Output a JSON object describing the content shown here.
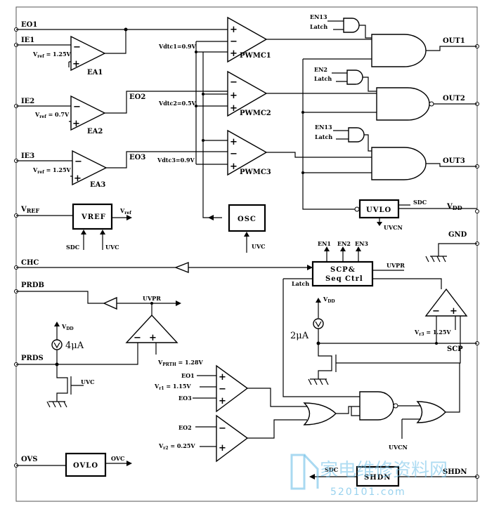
{
  "pins": {
    "eo1": "EO1",
    "ie1": "IE1",
    "ie2": "IE2",
    "ie3": "IE3",
    "vref": "V",
    "vref_sub": "REF",
    "chc": "CHC",
    "prdb": "PRDB",
    "prds": "PRDS",
    "ovs": "OVS",
    "out1": "OUT1",
    "out2": "OUT2",
    "out3": "OUT3",
    "vdd": "V",
    "vdd_sub": "DD",
    "gnd": "GND",
    "scp": "SCP",
    "shdn": "SHDN"
  },
  "amps": {
    "ea1": {
      "label": "EA1",
      "ref": "V",
      "ref_sub": "ref",
      "ref_val": " = 1.25V"
    },
    "ea2": {
      "label": "EA2",
      "ref": "V",
      "ref_sub": "ref",
      "ref_val": " = 0.7V"
    },
    "ea3": {
      "label": "EA3",
      "ref": "V",
      "ref_sub": "ref",
      "ref_val": " = 1.25V"
    }
  },
  "pwm": {
    "c1": {
      "label": "PWMC1",
      "vdt": "Vdtc1=0.9V"
    },
    "c2": {
      "label": "PWMC2",
      "vdt": "Vdtc2=0.5V"
    },
    "c3": {
      "label": "PWMC3",
      "vdt": "Vdtc3=0.9V"
    }
  },
  "nets": {
    "eo2": "EO2",
    "eo3": "EO3"
  },
  "gates": {
    "en13_a": "EN13",
    "latch_a": "Latch",
    "en2": "EN2",
    "latch_b": "Latch",
    "en13_b": "EN13",
    "latch_c": "Latch"
  },
  "blocks": {
    "uvlo": "UVLO",
    "sdc_uvlo": "SDC",
    "uvcn_uvlo": "UVCN",
    "vref_block": "VREF",
    "vref_out": "V",
    "vref_out_sub": "ref",
    "vref_sdc": "SDC",
    "vref_uvc": "UVC",
    "osc": "OSC",
    "osc_uvc": "UVC",
    "scp_line1": "SCP&",
    "scp_line2": "Seq Ctrl",
    "en1": "EN1",
    "en2": "EN2",
    "en3": "EN3",
    "uvpr_scp": "UVPR",
    "latch_scp": "Latch",
    "ovlo": "OVLO",
    "ovc": "OVC",
    "shdn_block": "SHDN",
    "sdc_shdn": "SDC"
  },
  "lower": {
    "uvpr": "UVPR",
    "vdd_left": "V",
    "vdd_left_sub": "DD",
    "i4": "4μA",
    "vprth": "V",
    "vprth_sub": "PRTH",
    "vprth_val": " = 1.28V",
    "uvc": "UVC",
    "vdd_right": "V",
    "vdd_right_sub": "DD",
    "i2": "2μA",
    "vr3": "V",
    "vr3_sub": "r3",
    "vr3_val": " = 1.25V",
    "eo1": "EO1",
    "vr1": "V",
    "vr1_sub": "r1",
    "vr1_val": " = 1.15V",
    "eo3": "EO3",
    "eo2": "EO2",
    "vr2": "V",
    "vr2_sub": "r2",
    "vr2_val": " = 0.25V",
    "uvcn": "UVCN"
  },
  "watermark": {
    "cn": "家电维修资料网",
    "url": "520101.com"
  }
}
